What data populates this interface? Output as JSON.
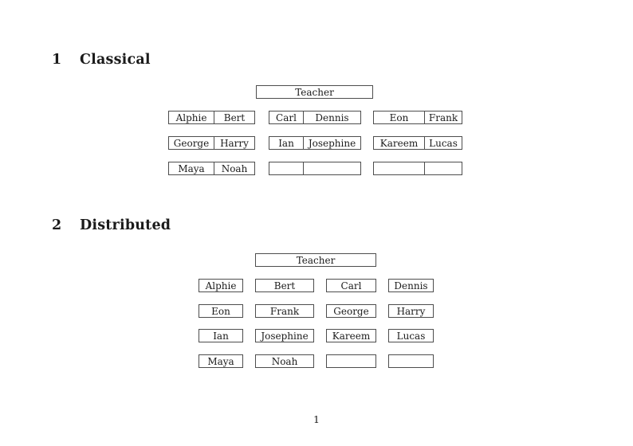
{
  "classical": {
    "section_number": "1",
    "section_title": "Classical",
    "teacher_label": "Teacher",
    "desks": [
      {
        "cells": [
          "Alphie",
          "Bert"
        ]
      },
      {
        "cells": [
          "Carl",
          "Dennis"
        ]
      },
      {
        "cells": [
          "Eon",
          "Frank"
        ]
      },
      {
        "cells": [
          "George",
          "Harry"
        ]
      },
      {
        "cells": [
          "Ian",
          "Josephine"
        ]
      },
      {
        "cells": [
          "Kareem",
          "Lucas"
        ]
      },
      {
        "cells": [
          "Maya",
          "Noah"
        ]
      },
      {
        "cells": [
          "",
          ""
        ]
      },
      {
        "cells": [
          "",
          ""
        ]
      }
    ]
  },
  "distributed": {
    "section_number": "2",
    "section_title": "Distributed",
    "teacher_label": "Teacher",
    "seats": [
      "Alphie",
      "Bert",
      "Carl",
      "Dennis",
      "Eon",
      "Frank",
      "George",
      "Harry",
      "Ian",
      "Josephine",
      "Kareem",
      "Lucas",
      "Maya",
      "Noah",
      "",
      ""
    ]
  },
  "footer": {
    "page_number": "1"
  }
}
